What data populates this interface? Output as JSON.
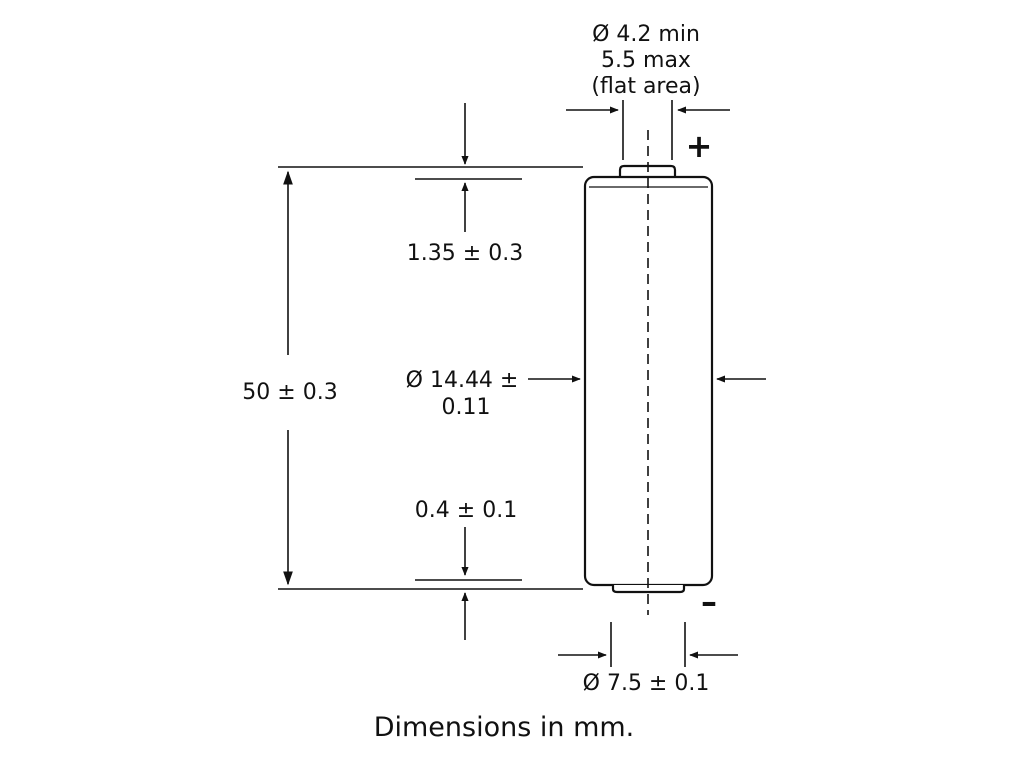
{
  "top_terminal": {
    "line1": "Ø 4.2 min",
    "line2": "5.5 max",
    "line3": "(flat area)"
  },
  "positive_sign": "+",
  "negative_sign": "–",
  "cap_height_label": "1.35 ± 0.3",
  "length_label": "50 ± 0.3",
  "diameter_label": {
    "line1": "Ø 14.44 ±",
    "line2": "0.11"
  },
  "bottom_recess_label": "0.4 ± 0.1",
  "bottom_terminal_label": "Ø 7.5 ± 0.1",
  "caption": "Dimensions in mm."
}
